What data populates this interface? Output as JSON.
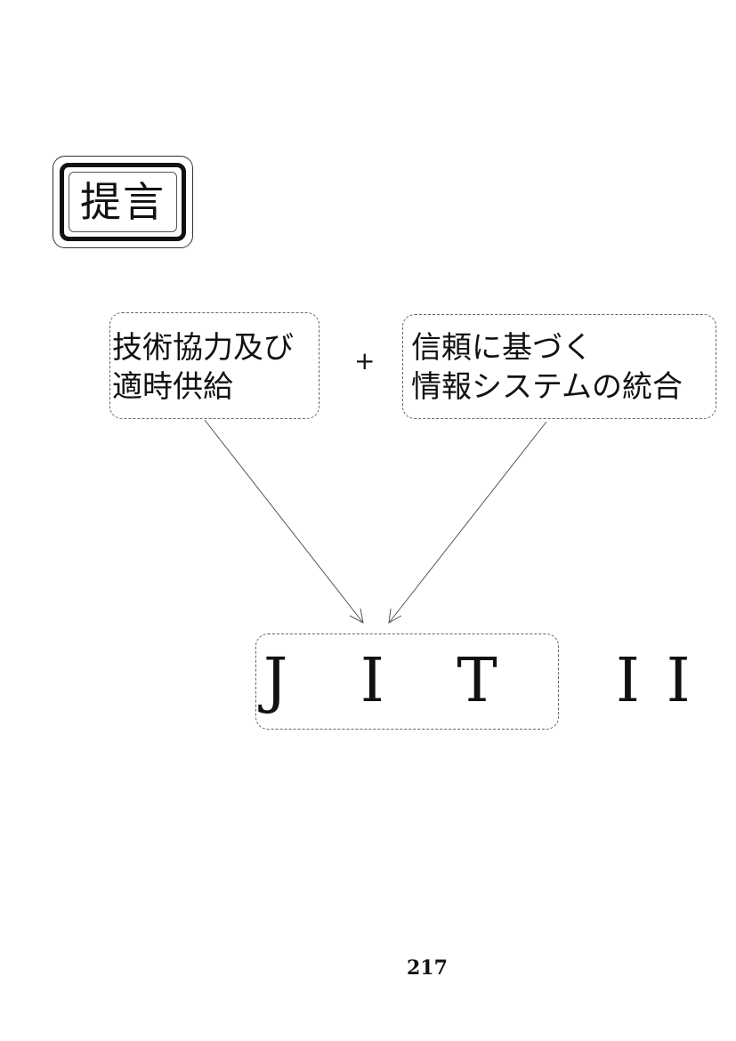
{
  "title": "提言",
  "left_box": {
    "line1": "技術協力及び",
    "line2": "適時供給"
  },
  "plus_sign": "+",
  "right_box": {
    "line1": "信頼に基づく",
    "line2": "情報システムの統合"
  },
  "result": {
    "text": "J I T  II"
  },
  "page_number": "217"
}
